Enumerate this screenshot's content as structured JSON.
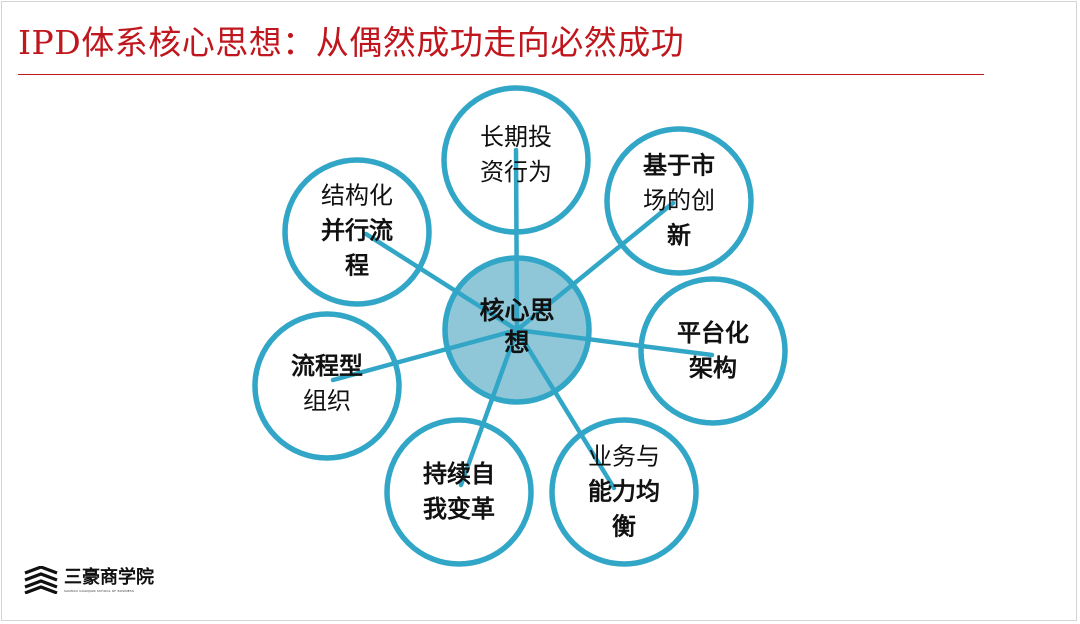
{
  "title": "IPD体系核心思想：从偶然成功走向必然成功",
  "center": {
    "label": "核心思想"
  },
  "nodes": [
    {
      "id": "long-term-investment",
      "lines": [
        "长期投",
        "资行为"
      ],
      "bold": [
        false,
        false
      ]
    },
    {
      "id": "market-innovation",
      "lines": [
        "基于市",
        "场的创",
        "新"
      ],
      "bold": [
        true,
        false,
        true
      ]
    },
    {
      "id": "platform-architecture",
      "lines": [
        "平台化",
        "架构"
      ],
      "bold": [
        true,
        true
      ]
    },
    {
      "id": "business-capability-balance",
      "lines": [
        "业务与",
        "能力均",
        "衡"
      ],
      "bold": [
        false,
        true,
        true
      ]
    },
    {
      "id": "continuous-transformation",
      "lines": [
        "持续自",
        "我变革"
      ],
      "bold": [
        true,
        true
      ]
    },
    {
      "id": "process-organization",
      "lines": [
        "流程型",
        "组织"
      ],
      "bold": [
        true,
        false
      ]
    },
    {
      "id": "structured-parallel-process",
      "lines": [
        "结构化",
        "并行流",
        "程"
      ],
      "bold": [
        false,
        true,
        true
      ]
    }
  ],
  "logo": {
    "name": "三豪商学院",
    "subtitle": "SANHAO GUANJIAN SCHOOL OF BUSINESS",
    "icon": "stacked-chevrons-logo-icon"
  },
  "colors": {
    "title": "#c0161d",
    "ring": "#32a6c6",
    "center_fill": "#8fc7d8",
    "connector": "#32a6c6"
  }
}
